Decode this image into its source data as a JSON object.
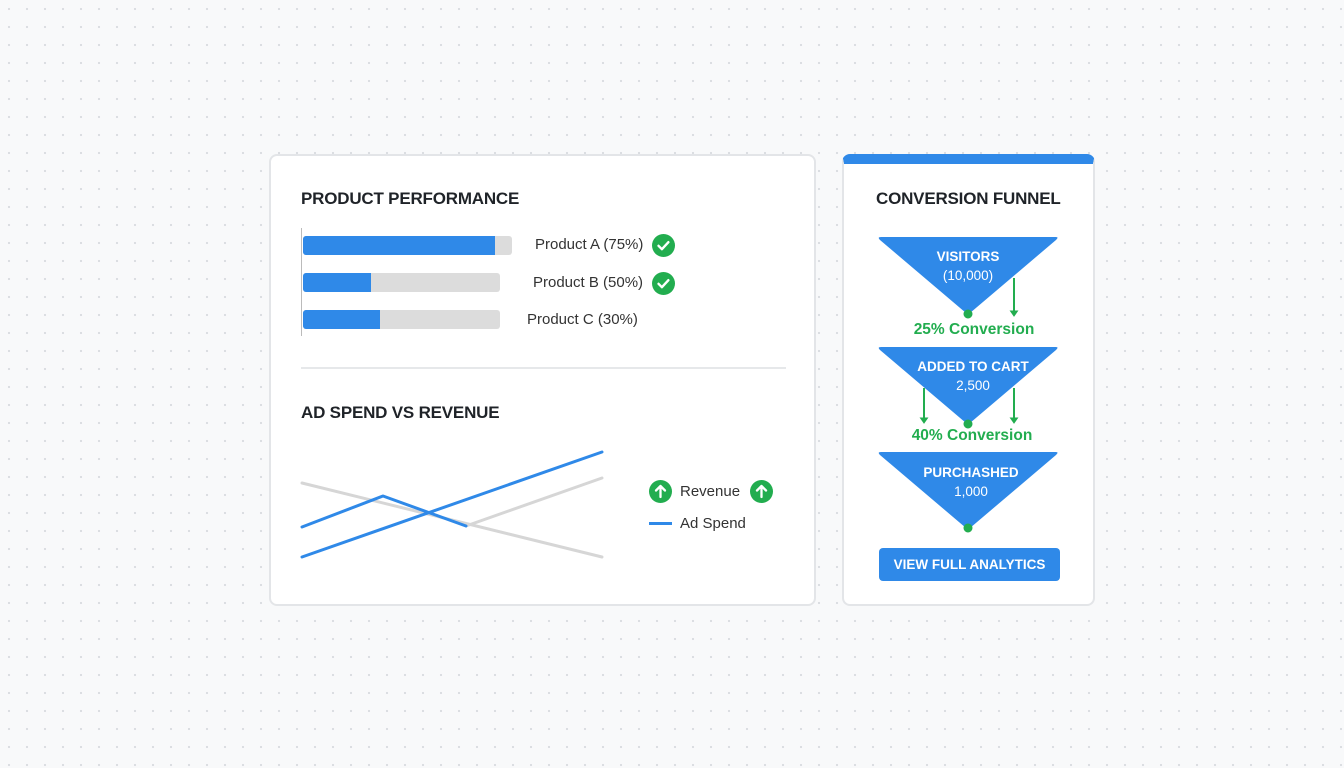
{
  "product_performance": {
    "title": "PRODUCT PERFORMANCE",
    "products": [
      {
        "label": "Product A (75%)",
        "progress": 0.92,
        "checked": true
      },
      {
        "label": "Product B (50%)",
        "progress": 0.34,
        "checked": true
      },
      {
        "label": "Product C (30%)",
        "progress": 0.39,
        "checked": false
      }
    ]
  },
  "ad_spend": {
    "title": "AD SPEND VS REVENUE",
    "legend": {
      "revenue": "Revenue",
      "ad_spend": "Ad Spend"
    }
  },
  "funnel": {
    "title": "CONVERSION FUNNEL",
    "stages": [
      {
        "name": "VISITORS",
        "value": "(10,000)"
      },
      {
        "name": "ADDED TO CART",
        "value": "2,500"
      },
      {
        "name": "PURCHASHED",
        "value": "1,000"
      }
    ],
    "conversions": [
      "25% Conversion",
      "40% Conversion"
    ],
    "button_label": "VIEW FULL ANALYTICS"
  },
  "colors": {
    "accent": "#2f89e8",
    "success": "#22ad4f",
    "muted": "#d6d6d6"
  }
}
